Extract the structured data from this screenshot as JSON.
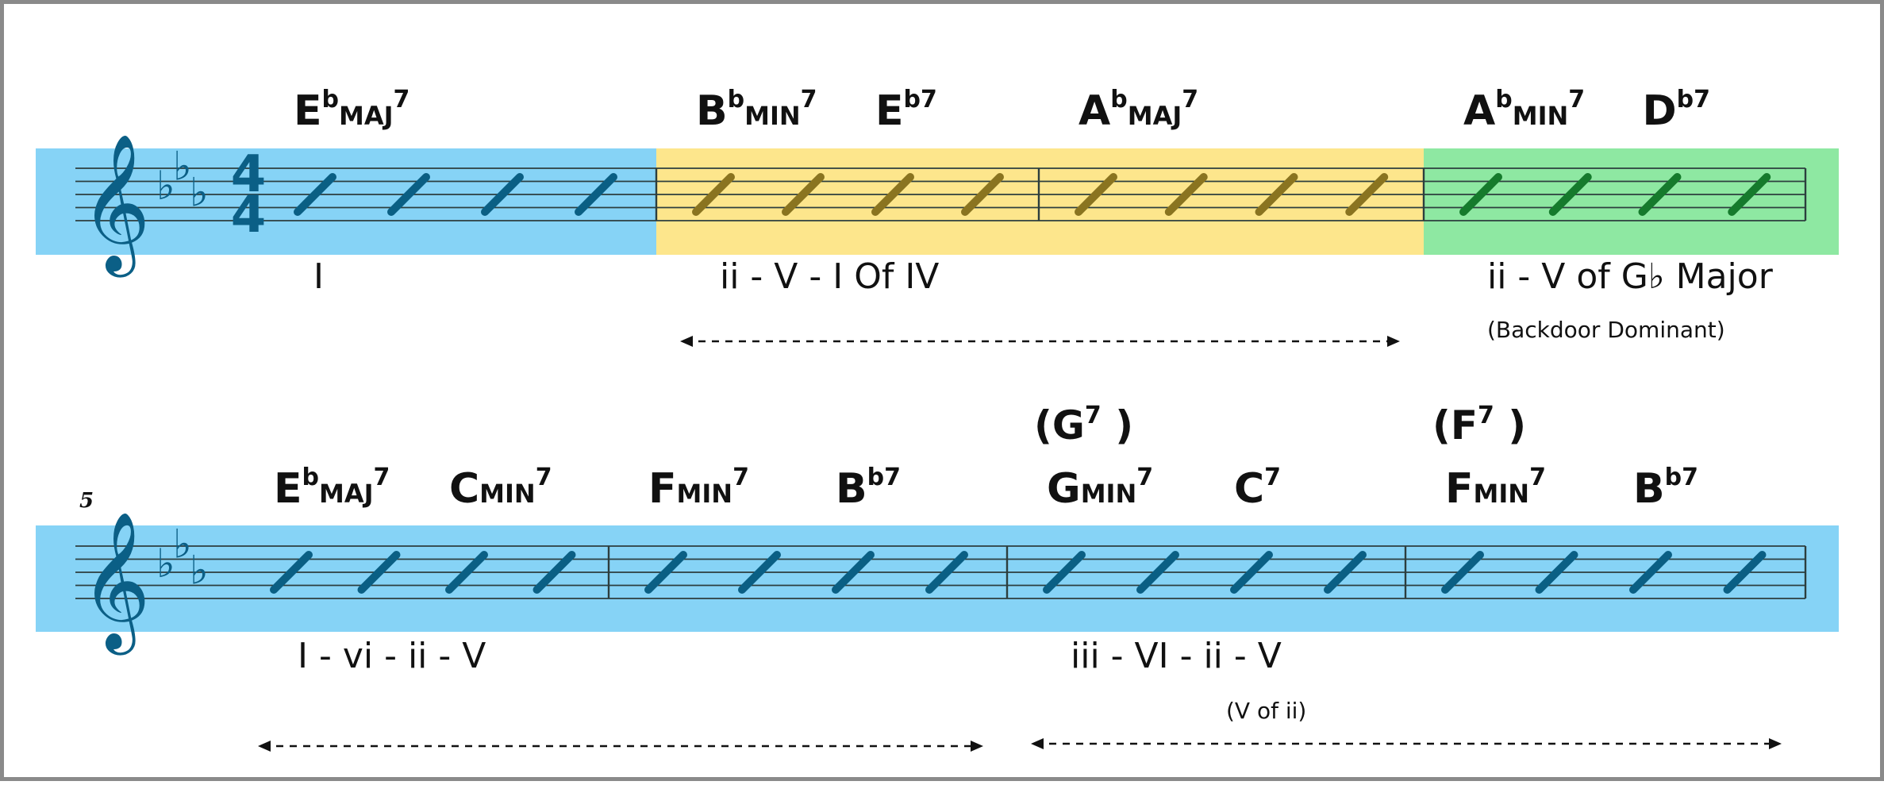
{
  "colors": {
    "blue": "#86d3f6",
    "yellow": "#fde68c",
    "green": "#8ee8a2",
    "staff_line": "#2c3e3e",
    "blue_slash": "#0a5f84",
    "yellow_slash": "#8a7420",
    "green_slash": "#157a2c",
    "clef": "#0b5f86"
  },
  "systems": [
    {
      "measure_number": "",
      "time_signature": {
        "top": "4",
        "bottom": "4"
      },
      "regions": [
        {
          "color": "blue",
          "measures": 1
        },
        {
          "color": "yellow",
          "measures": 2
        },
        {
          "color": "green",
          "measures": 1
        }
      ],
      "chords": [
        {
          "root": "E",
          "accidental": "b",
          "quality": "MAJ",
          "ext": "7",
          "measure": 0,
          "beat": 0
        },
        {
          "root": "B",
          "accidental": "b",
          "quality": "MIN",
          "ext": "7",
          "measure": 1,
          "beat": 0
        },
        {
          "root": "E",
          "accidental": "",
          "quality": "",
          "ext": "b7",
          "measure": 1,
          "beat": 2
        },
        {
          "root": "A",
          "accidental": "b",
          "quality": "MAJ",
          "ext": "7",
          "measure": 2,
          "beat": 0
        },
        {
          "root": "A",
          "accidental": "b",
          "quality": "MIN",
          "ext": "7",
          "measure": 3,
          "beat": 0
        },
        {
          "root": "D",
          "accidental": "",
          "quality": "",
          "ext": "b7",
          "measure": 3,
          "beat": 2
        }
      ],
      "substitutions": [],
      "analysis": [
        {
          "text": "I",
          "measure": 0,
          "beat": 0
        },
        {
          "text": "ii - V - I   Of IV",
          "measure": 1,
          "beat": 0
        },
        {
          "text": "ii - V   of G♭ Major",
          "measure": 3,
          "beat": 0
        }
      ],
      "notes": [
        {
          "text": "(Backdoor Dominant)",
          "measure": 3,
          "beat": 0
        }
      ],
      "arrows": [
        {
          "from_measure": 1,
          "to_measure": 2
        }
      ]
    },
    {
      "measure_number": "5",
      "time_signature": null,
      "regions": [
        {
          "color": "blue",
          "measures": 4
        }
      ],
      "chords": [
        {
          "root": "E",
          "accidental": "b",
          "quality": "MAJ",
          "ext": "7",
          "measure": 0,
          "beat": 0
        },
        {
          "root": "C",
          "accidental": "",
          "quality": "MIN",
          "ext": "7",
          "measure": 0,
          "beat": 2
        },
        {
          "root": "F",
          "accidental": "",
          "quality": "MIN",
          "ext": "7",
          "measure": 1,
          "beat": 0
        },
        {
          "root": "B",
          "accidental": "",
          "quality": "",
          "ext": "b7",
          "measure": 1,
          "beat": 2
        },
        {
          "root": "G",
          "accidental": "",
          "quality": "MIN",
          "ext": "7",
          "measure": 2,
          "beat": 0
        },
        {
          "root": "C",
          "accidental": "",
          "quality": "",
          "ext": "7",
          "measure": 2,
          "beat": 2
        },
        {
          "root": "F",
          "accidental": "",
          "quality": "MIN",
          "ext": "7",
          "measure": 3,
          "beat": 0
        },
        {
          "root": "B",
          "accidental": "",
          "quality": "",
          "ext": "b7",
          "measure": 3,
          "beat": 2
        }
      ],
      "substitutions": [
        {
          "text": "(G",
          "ext": "7",
          "close": ")",
          "measure": 2,
          "beat": 0
        },
        {
          "text": "(F",
          "ext": "7",
          "close": ")",
          "measure": 3,
          "beat": 0
        }
      ],
      "analysis": [
        {
          "text": "I - vi - ii - V",
          "measure": 0,
          "beat": 0
        },
        {
          "text": "iii - VI - ii - V",
          "measure": 2,
          "beat": 0
        }
      ],
      "notes": [
        {
          "text": "(V of ii)",
          "measure": 2,
          "beat": 2
        }
      ],
      "arrows": [
        {
          "from_measure": 0,
          "to_measure": 1
        },
        {
          "from_measure": 2,
          "to_measure": 3
        }
      ]
    }
  ]
}
